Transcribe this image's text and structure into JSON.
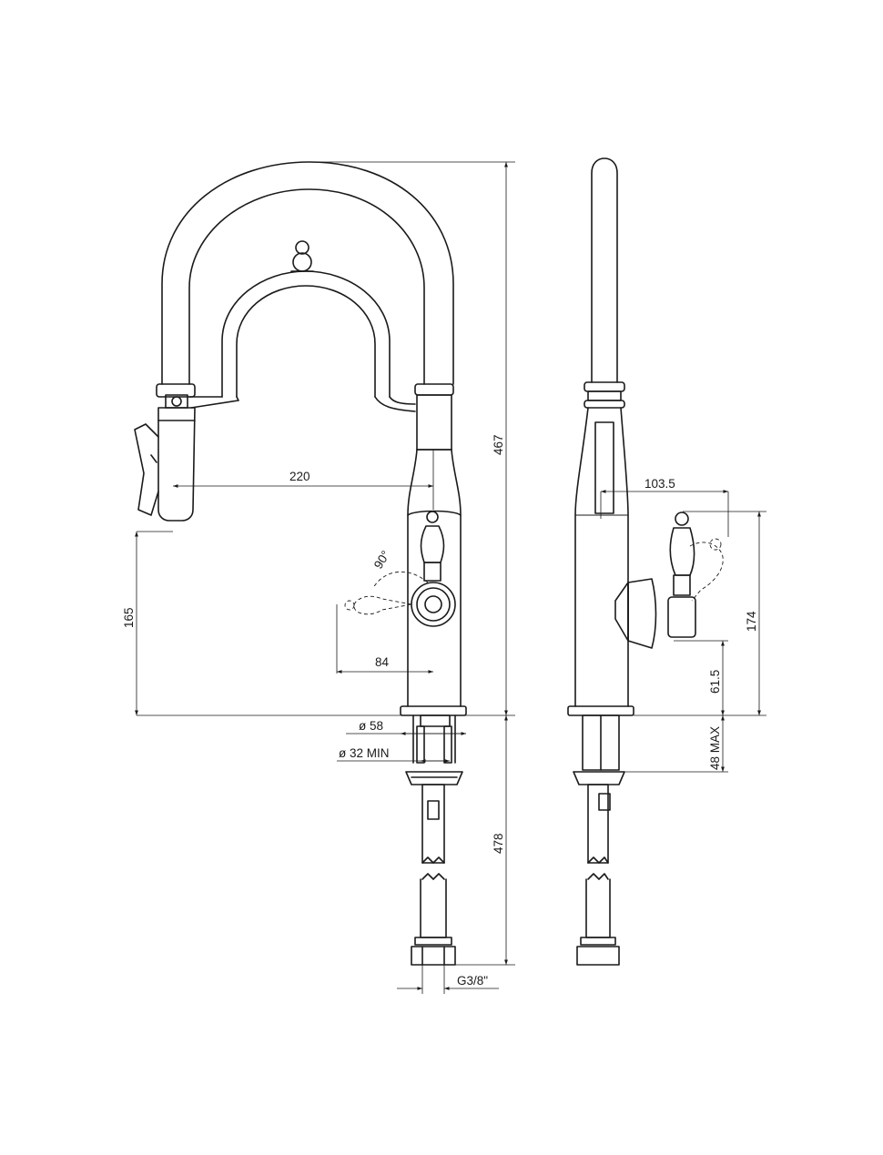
{
  "dimensions": {
    "spout_reach": "220",
    "total_height": "467",
    "spout_outlet_height": "165",
    "handle_swing_angle": "90°",
    "handle_reach": "84",
    "base_diameter": "ø 58",
    "hole_diameter": "ø 32 MIN",
    "hose_length": "478",
    "connection_thread": "G3/8\"",
    "side_handle_depth": "103.5",
    "side_handle_height": "174",
    "side_body_height": "61.5",
    "max_deck_thickness": "48 MAX"
  },
  "colors": {
    "line": "#1a1a1a",
    "background": "#ffffff"
  }
}
